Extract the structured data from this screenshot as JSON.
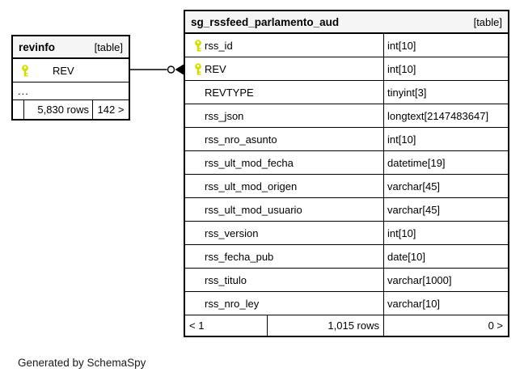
{
  "credit": "Generated by SchemaSpy",
  "colors": {
    "key_icon": "#d6de00",
    "header_bg": "#f5f5f5",
    "border": "#000000",
    "row_bg": "#ffffff"
  },
  "connector": {
    "type": "foreign-key",
    "from_table": "revinfo",
    "from_column": "REV",
    "to_table": "sg_rssfeed_parlamento_aud",
    "to_column": "REV"
  },
  "tables": [
    {
      "id": "revinfo",
      "name": "revinfo",
      "badge": "[table]",
      "columns": [
        {
          "name": "REV",
          "type": "",
          "key": true
        }
      ],
      "truncated_indicator": "...",
      "footer": {
        "parents": "",
        "rows": "5,830 rows",
        "children": "142 >"
      }
    },
    {
      "id": "sg_rssfeed_parlamento_aud",
      "name": "sg_rssfeed_parlamento_aud",
      "badge": "[table]",
      "columns": [
        {
          "name": "rss_id",
          "type": "int[10]",
          "key": true
        },
        {
          "name": "REV",
          "type": "int[10]",
          "key": true
        },
        {
          "name": "REVTYPE",
          "type": "tinyint[3]",
          "key": false
        },
        {
          "name": "rss_json",
          "type": "longtext[2147483647]",
          "key": false
        },
        {
          "name": "rss_nro_asunto",
          "type": "int[10]",
          "key": false
        },
        {
          "name": "rss_ult_mod_fecha",
          "type": "datetime[19]",
          "key": false
        },
        {
          "name": "rss_ult_mod_origen",
          "type": "varchar[45]",
          "key": false
        },
        {
          "name": "rss_ult_mod_usuario",
          "type": "varchar[45]",
          "key": false
        },
        {
          "name": "rss_version",
          "type": "int[10]",
          "key": false
        },
        {
          "name": "rss_fecha_pub",
          "type": "date[10]",
          "key": false
        },
        {
          "name": "rss_titulo",
          "type": "varchar[1000]",
          "key": false
        },
        {
          "name": "rss_nro_ley",
          "type": "varchar[10]",
          "key": false
        }
      ],
      "footer": {
        "parents": "< 1",
        "rows": "1,015 rows",
        "children": "0 >"
      }
    }
  ]
}
